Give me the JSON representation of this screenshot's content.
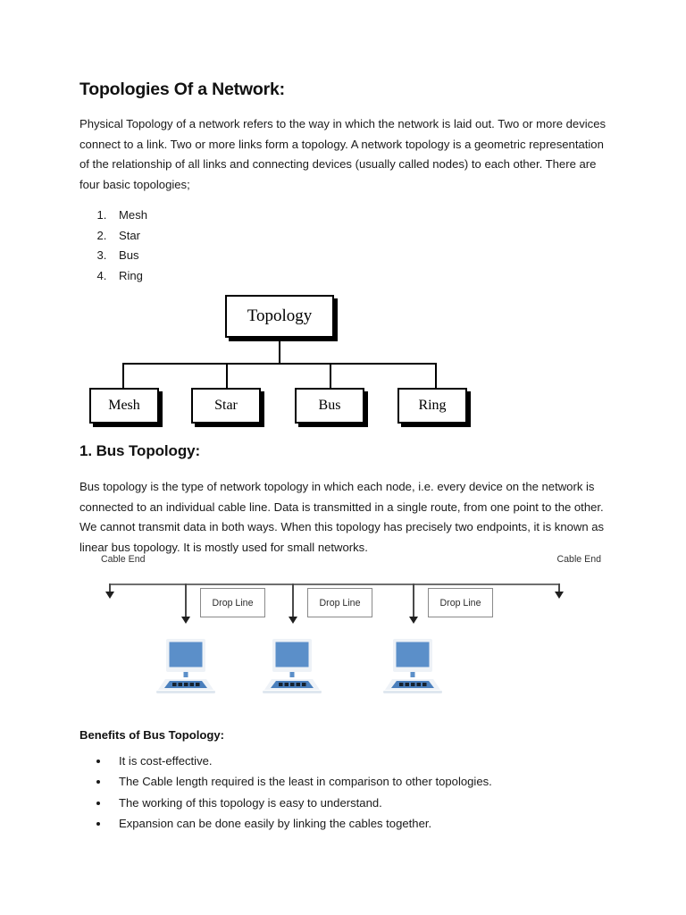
{
  "document": {
    "title": "Topologies Of a Network:",
    "intro": "Physical Topology of a network refers to the way in which the network is laid out. Two or more devices connect to a link. Two or more links form a topology. A network topology is a geometric representation of the relationship of all links and connecting devices (usually called nodes) to each other. There are four basic topologies;",
    "topology_list": [
      "Mesh",
      "Star",
      "Bus",
      "Ring"
    ],
    "section_title": "1. Bus Topology:",
    "section_body": "Bus topology is the type of network topology in which each node, i.e. every device on the network is connected to an individual cable line. Data is transmitted in a single route, from one point to the other. We cannot transmit data in both ways. When this topology has precisely two endpoints, it is known as linear bus topology. It is mostly used for small networks.",
    "benefits_heading": "Benefits of Bus Topology:",
    "benefits": [
      "It is cost-effective.",
      "The Cable length required is the least in comparison to other topologies.",
      "The working of this topology is easy to understand.",
      "Expansion can be done easily by linking the cables together."
    ]
  },
  "tree_diagram": {
    "root_label": "Topology",
    "leaf_labels": [
      "Mesh",
      "Star",
      "Bus",
      "Ring"
    ]
  },
  "bus_diagram": {
    "cable_end_left": "Cable End",
    "cable_end_right": "Cable End",
    "drop_line_labels": [
      "Drop Line",
      "Drop Line",
      "Drop Line"
    ],
    "node_count": 3
  },
  "colors": {
    "page_background": "#ffffff",
    "text": "#1a1a1a",
    "tree_border": "#000000",
    "tree_shadow": "#000000",
    "bus_line": "#6e6e6e",
    "arrow": "#1f1f1f",
    "dropbox_border": "#8a8a8a",
    "monitor_screen": "#5b8fc9",
    "monitor_bezel": "#eef2f7",
    "keyboard_base": "#5b8fc9",
    "key_dark": "#1d2b3a"
  }
}
